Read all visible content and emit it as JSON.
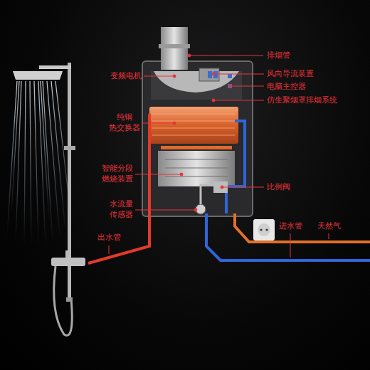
{
  "diagram": {
    "labels": [
      "排烟管",
      "变频电机",
      "风向导流装置",
      "电脑主控器",
      "仿生聚烟罩排烟系统",
      "纯铜 热交换器",
      "智能分段 燃烧装置",
      "比例阀",
      "水流量 传感器",
      "出水管",
      "进水管",
      "天然气"
    ]
  }
}
